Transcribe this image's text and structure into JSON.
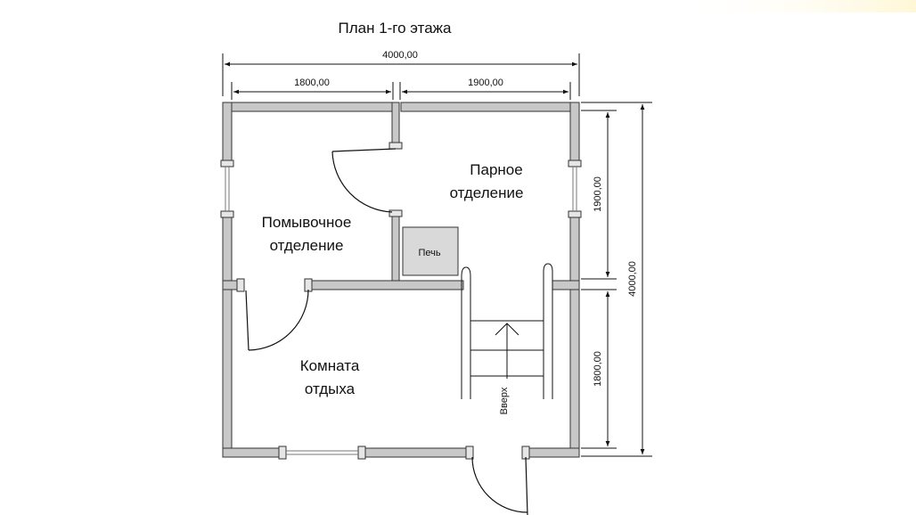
{
  "plan": {
    "title": "План 1-го этажа",
    "dims": {
      "total_width": "4000,00",
      "left_width": "1800,00",
      "right_width": "1900,00",
      "total_height": "4000,00",
      "upper_height": "1900,00",
      "lower_height": "1800,00"
    },
    "rooms": {
      "steam_line1": "Парное",
      "steam_line2": "отделение",
      "wash_line1": "Помывочное",
      "wash_line2": "отделение",
      "rest_line1": "Комната",
      "rest_line2": "отдыха"
    },
    "stove_label": "Печь",
    "stairs_label": "Вверх"
  },
  "colors": {
    "wall_fill": "#c8c8c8",
    "wall_stroke": "#333333",
    "stove_fill": "#d9d9d9",
    "line": "#111111",
    "glow": "#fffbe6"
  }
}
